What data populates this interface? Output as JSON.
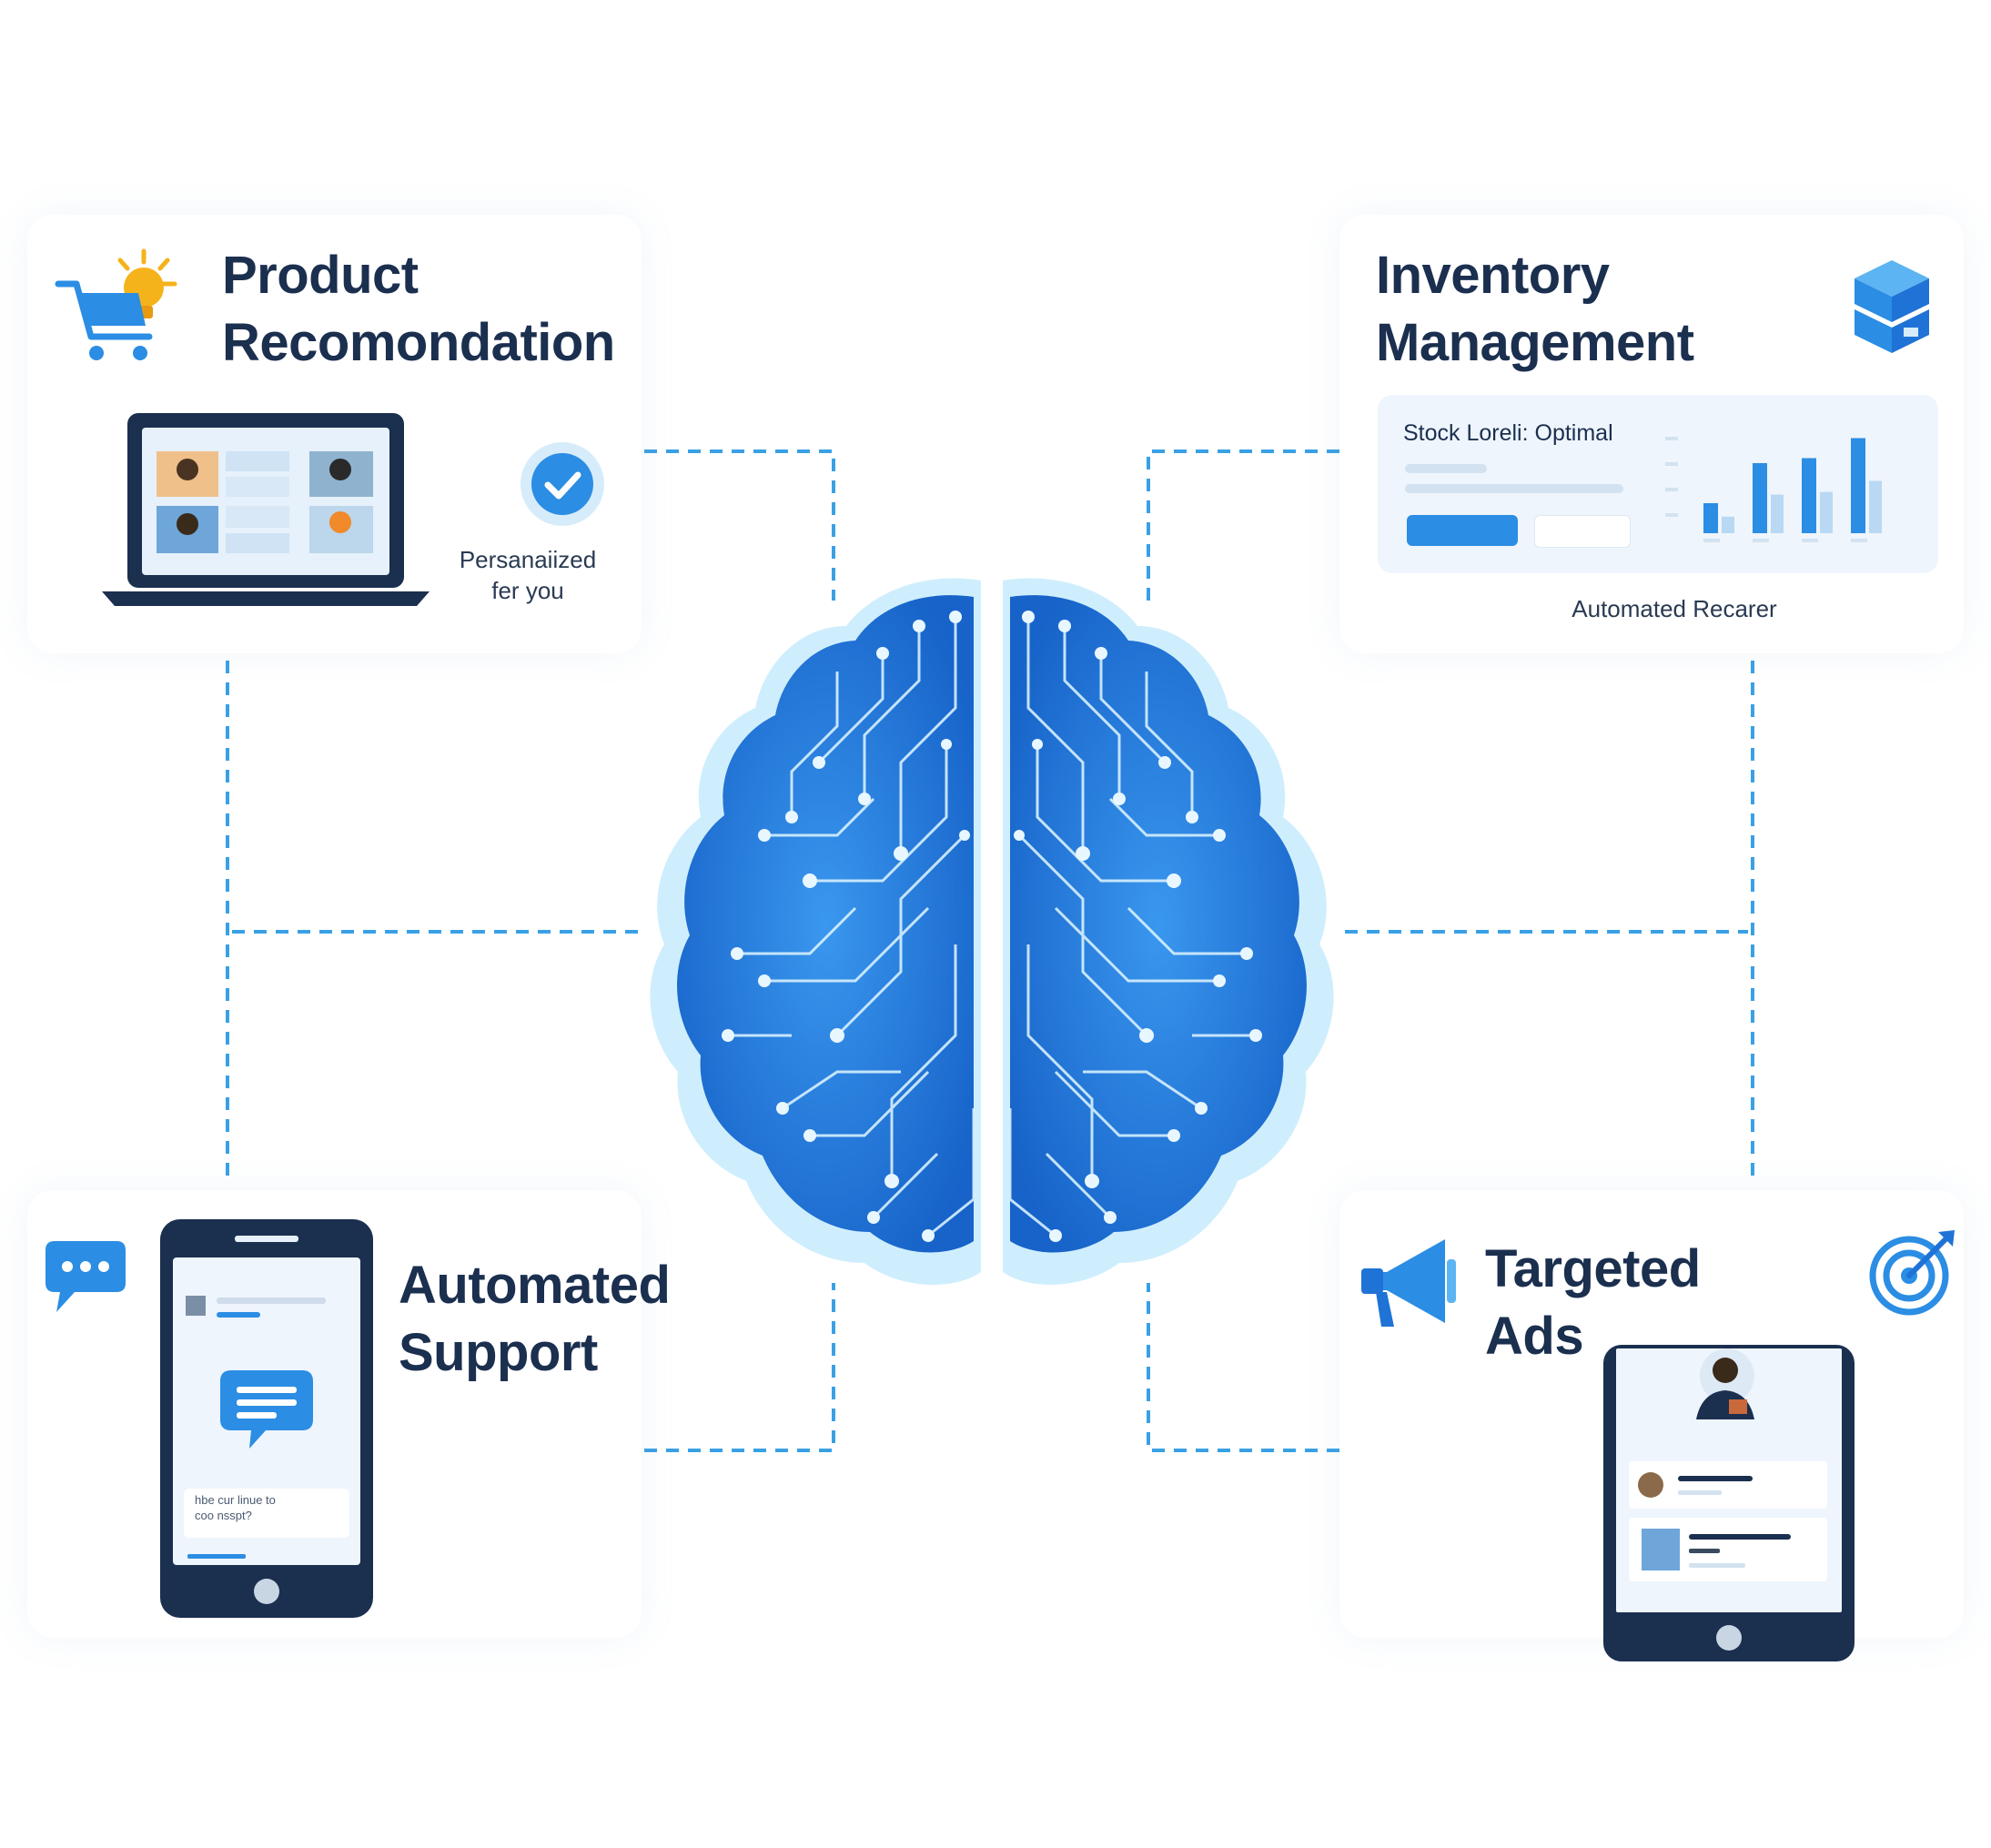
{
  "colors": {
    "accent": "#2b8de3",
    "dark_navy": "#1b2f4f",
    "brain_blue": "#1f73d6",
    "brain_glow": "#a8dcf7",
    "connector": "#3aa0e6",
    "lightbulb": "#f5b31b"
  },
  "center": {
    "icon": "circuit-brain-icon"
  },
  "cards": {
    "product_recommendation": {
      "title_line1": "Product",
      "title_line2": "Recomondation",
      "icon": "shopping-cart-lightbulb-icon",
      "device": "laptop-icon",
      "check_icon": "checkmark-circle-icon",
      "caption_line1": "Persanaiized",
      "caption_line2": "fer you"
    },
    "inventory_management": {
      "title_line1": "Inventory",
      "title_line2": "Management",
      "icon": "box-stack-icon",
      "stock_text": "Stock Loreli: Optimal",
      "caption": "Automated Recarer",
      "bar_levels": [
        0.3,
        0.7,
        0.75,
        0.95
      ]
    },
    "automated_support": {
      "title_line1": "Automated",
      "title_line2": "Support",
      "icon": "chat-bubble-icon",
      "device": "smartphone-icon",
      "chat_text_line1": "hbe cur linue to",
      "chat_text_line2": "coo nsspt?"
    },
    "targeted_ads": {
      "title_line1": "Targeted",
      "title_line2": "Ads",
      "icon": "megaphone-icon",
      "target_icon": "target-icon",
      "device": "tablet-icon"
    }
  }
}
